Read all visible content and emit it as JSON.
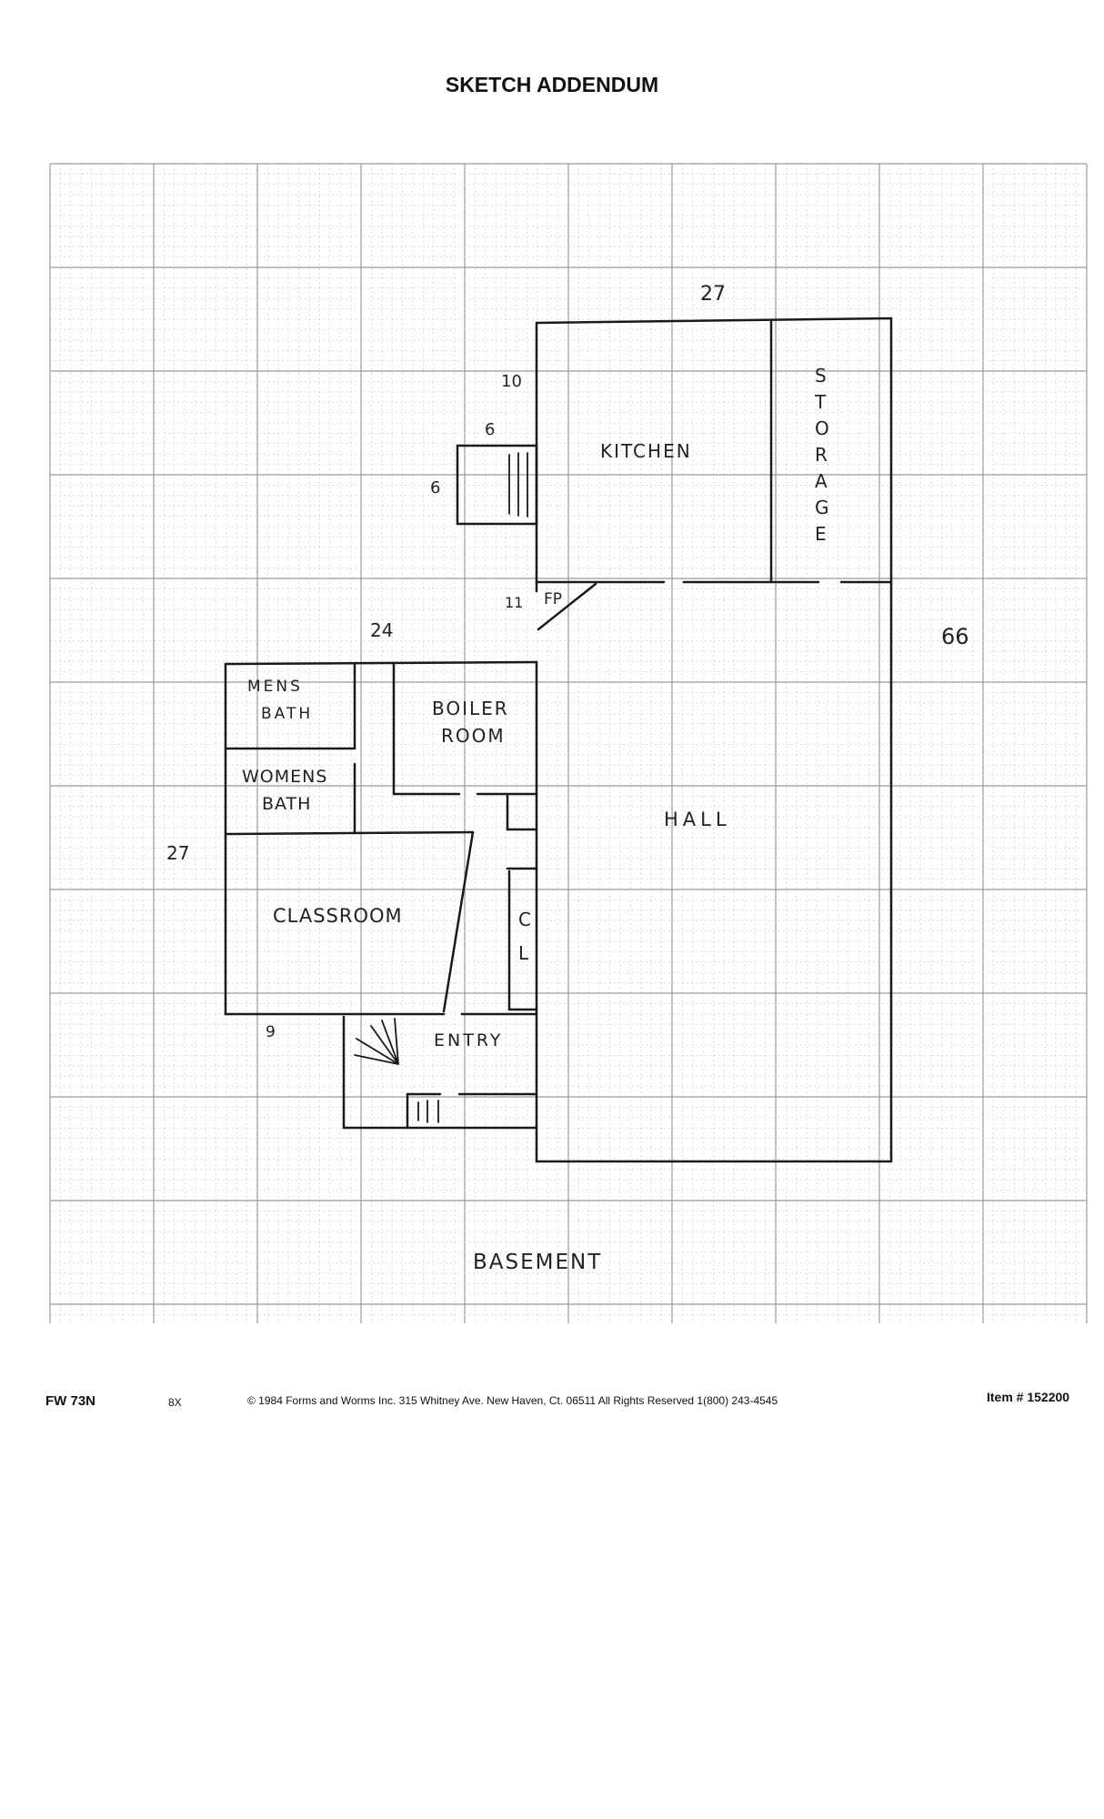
{
  "title": "SKETCH ADDENDUM",
  "floor_label": "BASEMENT",
  "rooms": {
    "kitchen": "KITCHEN",
    "storage_letters": [
      "S",
      "T",
      "O",
      "R",
      "A",
      "G",
      "E"
    ],
    "fireplace": "FP",
    "mens_bath_1": "MENS",
    "mens_bath_2": "BATH",
    "boiler_1": "BOILER",
    "boiler_2": "ROOM",
    "womens_bath_1": "WOMENS",
    "womens_bath_2": "BATH",
    "hall": "HALL",
    "classroom": "CLASSROOM",
    "closet_1": "C",
    "closet_2": "L",
    "entry": "ENTRY"
  },
  "dimensions": {
    "top": "27",
    "kitchen_left": "10",
    "chimney_top": "6",
    "chimney_left": "6",
    "fp": "11",
    "middle_top": "24",
    "right_side": "66",
    "left_side": "27",
    "bottom_left": "9"
  },
  "footer": {
    "form_code": "FW 73N",
    "scale": "8X",
    "copyright": "© 1984 Forms and Worms Inc. 315 Whitney Ave. New Haven, Ct. 06511 All Rights Reserved 1(800) 243-4545",
    "item": "Item # 152200"
  }
}
